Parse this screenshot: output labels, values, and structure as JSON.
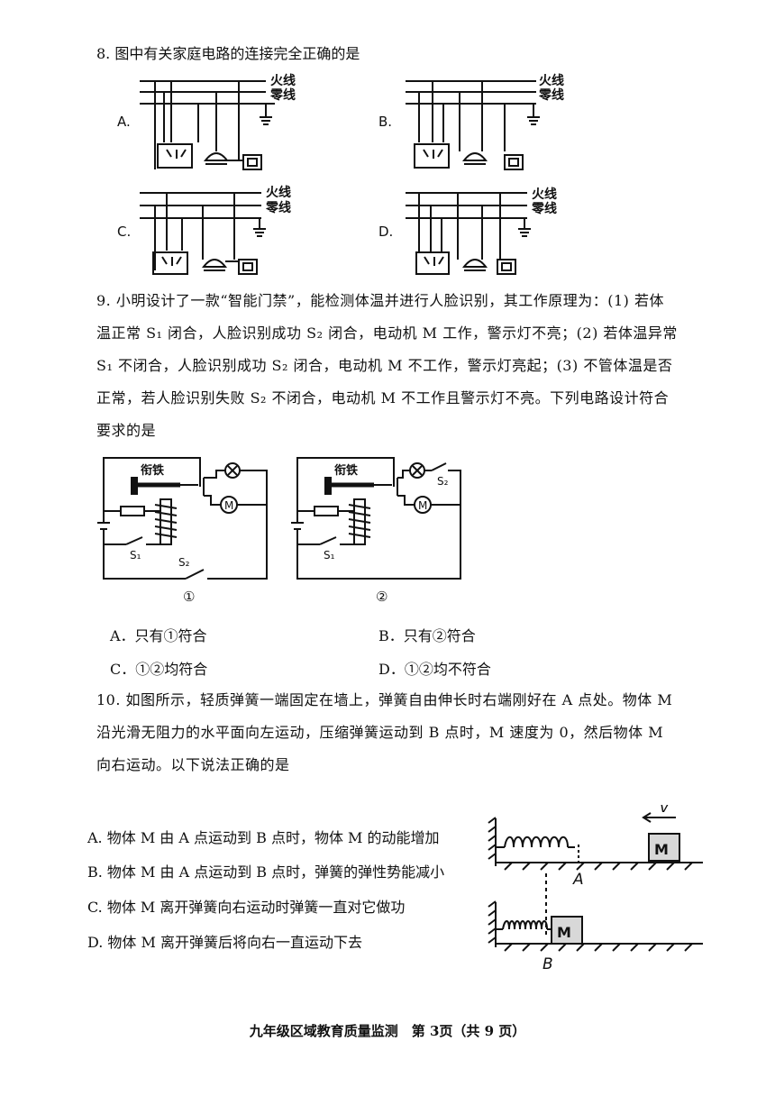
{
  "q8": {
    "stem": "8. 图中有关家庭电路的连接完全正确的是",
    "wire_live": "火线",
    "wire_neutral": "零线",
    "options": [
      "A.",
      "B.",
      "C.",
      "D."
    ]
  },
  "q9": {
    "stem_lines": [
      "9. 小明设计了一款“智能门禁”，能检测体温并进行人脸识别，其工作原理为：(1) 若体",
      "温正常 S₁ 闭合，人脸识别成功 S₂ 闭合，电动机 M 工作，警示灯不亮；(2) 若体温异常",
      "S₁ 不闭合，人脸识别成功 S₂ 闭合，电动机 M 不工作，警示灯亮起；(3) 不管体温是否",
      "正常，若人脸识别失败 S₂ 不闭合，电动机 M 不工作且警示灯不亮。下列电路设计符合",
      "要求的是"
    ],
    "armature": "衔铁",
    "motor": "M",
    "s1": "S₁",
    "s2": "S₂",
    "circuit1_label": "①",
    "circuit2_label": "②",
    "opt_a": "A．只有①符合",
    "opt_b": "B．只有②符合",
    "opt_c": "C．①②均符合",
    "opt_d": "D．①②均不符合"
  },
  "q10": {
    "stem_lines": [
      "10. 如图所示，轻质弹簧一端固定在墙上，弹簧自由伸长时右端刚好在 A 点处。物体 M",
      "沿光滑无阻力的水平面向左运动，压缩弹簧运动到 B 点时，M 速度为 0，然后物体 M",
      "向右运动。以下说法正确的是"
    ],
    "opt_a": "A. 物体 M 由 A 点运动到 B 点时，物体 M 的动能增加",
    "opt_b": "B. 物体 M 由 A 点运动到 B 点时，弹簧的弹性势能减小",
    "opt_c": "C. 物体 M 离开弹簧向右运动时弹簧一直对它做功",
    "opt_d": "D. 物体 M 离开弹簧后将向右一直运动下去",
    "block": "M",
    "velocity": "v",
    "point_a": "A",
    "point_b": "B"
  },
  "footer": "九年级区域教育质量监测　第 3页（共 9 页）"
}
